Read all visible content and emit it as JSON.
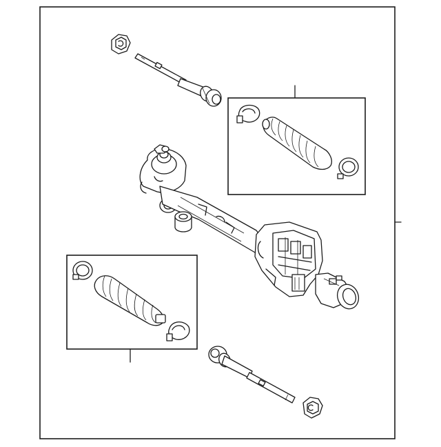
{
  "diagram": {
    "type": "exploded-parts-diagram",
    "line_color": "#1a1a1a",
    "background": "#ffffff",
    "parts": [
      {
        "name": "inner-tie-rod-upper",
        "icon": "tie-rod-icon"
      },
      {
        "name": "jam-nut-upper",
        "icon": "nut-icon"
      },
      {
        "name": "boot-kit-upper",
        "icon": "boot-icon"
      },
      {
        "name": "steering-gear-assembly",
        "icon": "rack-icon"
      },
      {
        "name": "boot-kit-lower",
        "icon": "boot-icon"
      },
      {
        "name": "inner-tie-rod-lower",
        "icon": "tie-rod-icon"
      },
      {
        "name": "jam-nut-lower",
        "icon": "nut-icon"
      }
    ]
  }
}
